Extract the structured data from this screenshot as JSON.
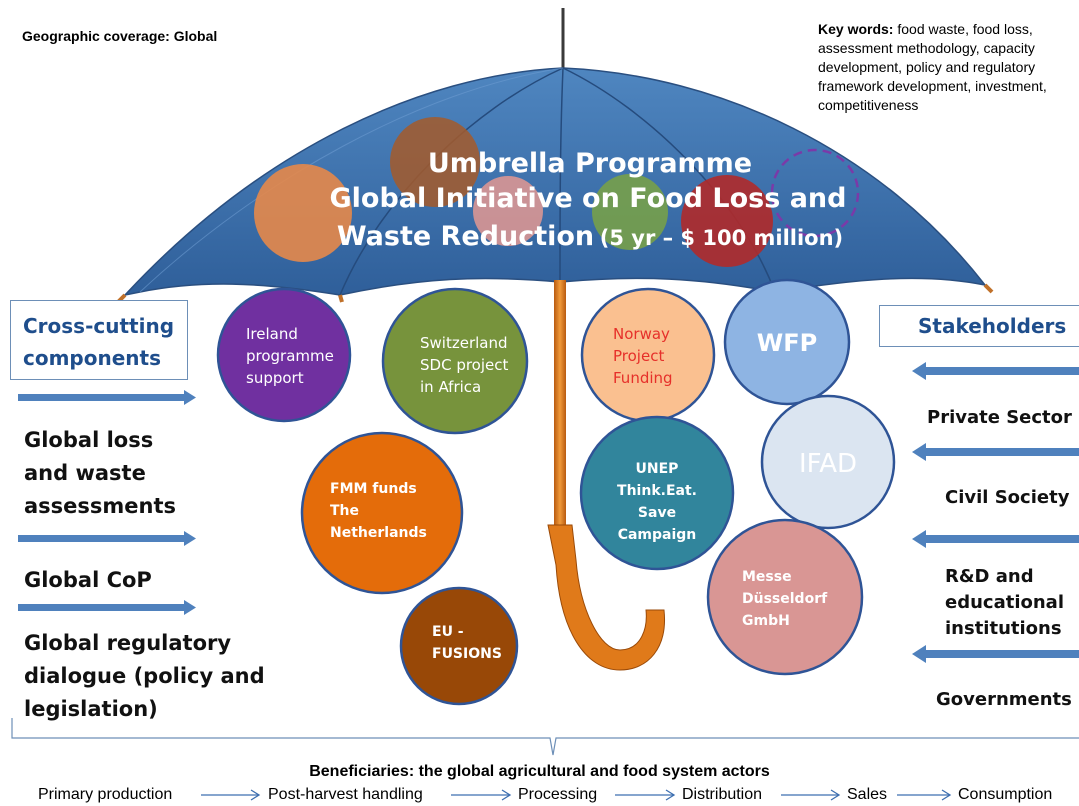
{
  "geographic_coverage": "Geographic coverage:  Global",
  "keywords": {
    "label": "Key words:",
    "lines": [
      "food waste, food loss,",
      "assessment methodology, capacity",
      "development, policy and regulatory",
      "framework development, investment,",
      "competitiveness"
    ]
  },
  "umbrella_title": {
    "line1": "Umbrella Programme",
    "line2": "Global Initiative on Food Loss and",
    "line3_a": "Waste Reduction",
    "line3_b": "(5 yr – $ 100 million)"
  },
  "cross_cutting": {
    "header_line1": "Cross-cutting",
    "header_line2": "components",
    "items": [
      {
        "lines": [
          "Global loss",
          "and waste",
          "assessments"
        ]
      },
      {
        "lines": [
          "Global CoP"
        ]
      },
      {
        "lines": [
          "Global regulatory",
          "dialogue (policy and",
          "legislation)"
        ]
      }
    ]
  },
  "stakeholders": {
    "header": "Stakeholders",
    "items": [
      "Private Sector",
      "Civil Society",
      "R&D and",
      "educational",
      "institutions",
      "Governments"
    ]
  },
  "bubbles": [
    {
      "id": "ireland",
      "lines": [
        "Ireland",
        "programme",
        "support"
      ],
      "fill": "#7030a0",
      "text_color": "#ffffff"
    },
    {
      "id": "switzerland",
      "lines": [
        "Switzerland",
        "SDC project",
        "in Africa"
      ],
      "fill": "#77933c",
      "text_color": "#ffffff"
    },
    {
      "id": "norway",
      "lines": [
        "Norway",
        "Project",
        "Funding"
      ],
      "fill": "#fac090",
      "text_color": "#e6302a"
    },
    {
      "id": "wfp",
      "lines": [
        "WFP"
      ],
      "fill": "#8eb4e3",
      "text_color": "#ffffff"
    },
    {
      "id": "ifad",
      "lines": [
        "IFAD"
      ],
      "fill": "#dbe5f1",
      "text_color": "#ffffff"
    },
    {
      "id": "fmm",
      "lines": [
        "FMM funds",
        "The",
        "Netherlands"
      ],
      "fill": "#e46c0a",
      "text_color": "#ffffff"
    },
    {
      "id": "unep",
      "lines": [
        "UNEP",
        "Think.Eat.",
        "Save",
        "Campaign"
      ],
      "fill": "#31859c",
      "text_color": "#ffffff"
    },
    {
      "id": "messe",
      "lines": [
        "Messe",
        "Düsseldorf",
        "GmbH"
      ],
      "fill": "#d99694",
      "text_color": "#ffffff"
    },
    {
      "id": "eu",
      "lines": [
        "EU -",
        "FUSIONS"
      ],
      "fill": "#984807",
      "text_color": "#ffffff"
    }
  ],
  "beneficiaries": "Beneficiaries: the global agricultural and food system actors",
  "value_chain": [
    "Primary production",
    "Post-harvest handling",
    "Processing",
    "Distribution",
    "Sales",
    "Consumption"
  ]
}
